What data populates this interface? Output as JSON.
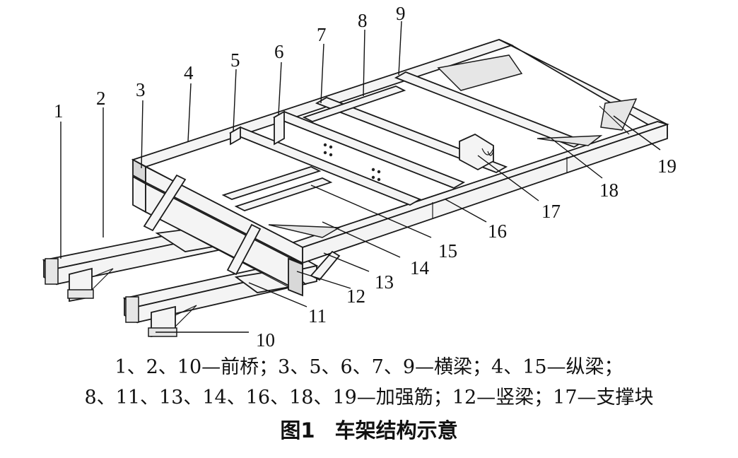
{
  "callouts": {
    "c1": "1",
    "c2": "2",
    "c3": "3",
    "c4": "4",
    "c5": "5",
    "c6": "6",
    "c7": "7",
    "c8": "8",
    "c9": "9",
    "c10": "10",
    "c11": "11",
    "c12": "12",
    "c13": "13",
    "c14": "14",
    "c15": "15",
    "c16": "16",
    "c17": "17",
    "c18": "18",
    "c19": "19"
  },
  "legend": {
    "line1": "1、2、10—前桥；3、5、6、7、9—横梁；4、15—纵梁；",
    "line2": "8、11、13、14、16、18、19—加强筋；12—竖梁；17—支撑块"
  },
  "figure_title": {
    "number": "图1",
    "text": "车架结构示意"
  }
}
